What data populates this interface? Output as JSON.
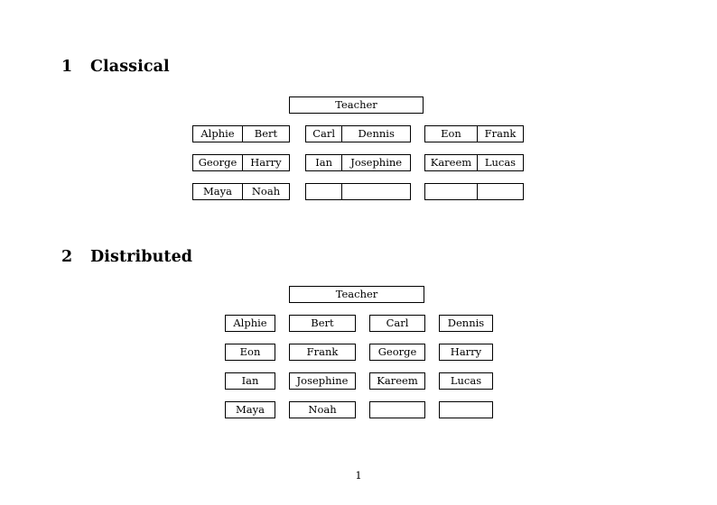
{
  "page": {
    "background_color": "#ffffff",
    "text_color": "#000000",
    "page_number": "1"
  },
  "sections": [
    {
      "number": "1",
      "title": "Classical",
      "root": {
        "label": "Teacher"
      },
      "layout": "grouped-two-column",
      "groups": [
        {
          "name": "left-group",
          "rows": [
            {
              "cells": [
                "Alphie",
                "Bert"
              ]
            },
            {
              "cells": [
                "George",
                "Harry"
              ]
            },
            {
              "cells": [
                "Maya",
                "Noah"
              ]
            }
          ]
        },
        {
          "name": "middle-group",
          "rows": [
            {
              "cells": [
                "Carl",
                "Dennis"
              ]
            },
            {
              "cells": [
                "Ian",
                "Josephine"
              ]
            },
            {
              "cells": [
                "",
                ""
              ]
            }
          ]
        },
        {
          "name": "right-group",
          "rows": [
            {
              "cells": [
                "Eon",
                "Frank"
              ]
            },
            {
              "cells": [
                "Kareem",
                "Lucas"
              ]
            },
            {
              "cells": [
                "",
                ""
              ]
            }
          ]
        }
      ]
    },
    {
      "number": "2",
      "title": "Distributed",
      "root": {
        "label": "Teacher"
      },
      "layout": "four-column-grid",
      "rows": [
        {
          "cells": [
            "Alphie",
            "Bert",
            "Carl",
            "Dennis"
          ]
        },
        {
          "cells": [
            "Eon",
            "Frank",
            "George",
            "Harry"
          ]
        },
        {
          "cells": [
            "Ian",
            "Josephine",
            "Kareem",
            "Lucas"
          ]
        },
        {
          "cells": [
            "Maya",
            "Noah",
            "",
            ""
          ]
        }
      ]
    }
  ]
}
